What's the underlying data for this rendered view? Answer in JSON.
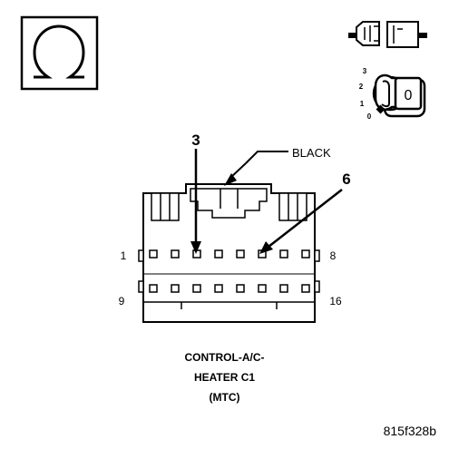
{
  "meter_symbol": "ohm-omega-icon",
  "ignition": {
    "positions": [
      "3",
      "2",
      "1",
      "0"
    ],
    "key_position": "0",
    "icon": "ignition-key-icon",
    "connector_icon": "disconnected-connector-icon"
  },
  "connector": {
    "color_label": "BLACK",
    "probe_pins": [
      "3",
      "6"
    ],
    "row1_first": "1",
    "row1_last": "8",
    "row2_first": "9",
    "row2_last": "16"
  },
  "caption": {
    "line1": "CONTROL-A/C-",
    "line2": "HEATER C1",
    "line3": "(MTC)"
  },
  "figure_id": "815f328b"
}
